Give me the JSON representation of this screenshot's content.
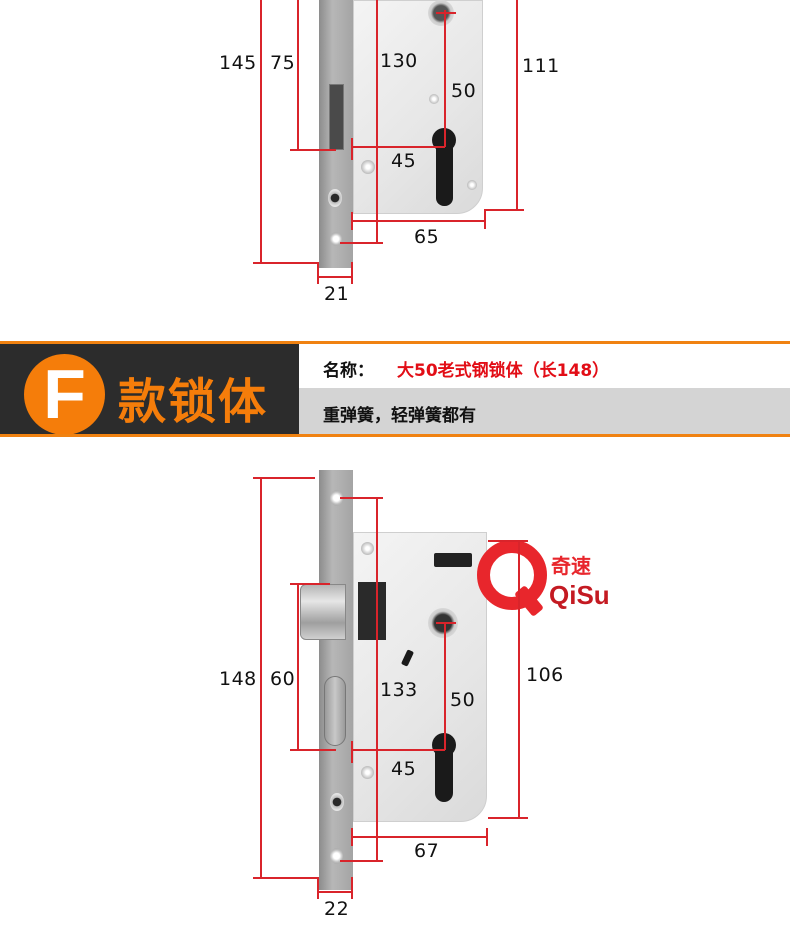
{
  "upper_diagram": {
    "dimensions": {
      "total_height": "145",
      "latch_offset": "75",
      "screw_span": "130",
      "center_distance": "50",
      "case_height": "111",
      "backset": "45",
      "case_depth": "65",
      "faceplate_width": "21"
    }
  },
  "header_band": {
    "badge_letter": "F",
    "title": "款锁体",
    "name_label": "名称：",
    "name_value": "大50老式钢锁体（长148）",
    "description": "重弹簧，轻弹簧都有"
  },
  "lower_diagram": {
    "dimensions": {
      "total_height": "148",
      "latch_offset": "60",
      "screw_span": "133",
      "center_distance": "50",
      "case_height": "106",
      "backset": "45",
      "case_depth": "67",
      "faceplate_width": "22"
    },
    "logo": {
      "brand_cn": "奇速",
      "brand_en": "QiSu"
    }
  },
  "colors": {
    "accent_orange": "#f57d0a",
    "band_dark": "#2c2c2c",
    "band_gray": "#d4d4d4",
    "dimension_red": "#d9242b",
    "name_red": "#e20d16",
    "logo_red": "#e8262c"
  }
}
